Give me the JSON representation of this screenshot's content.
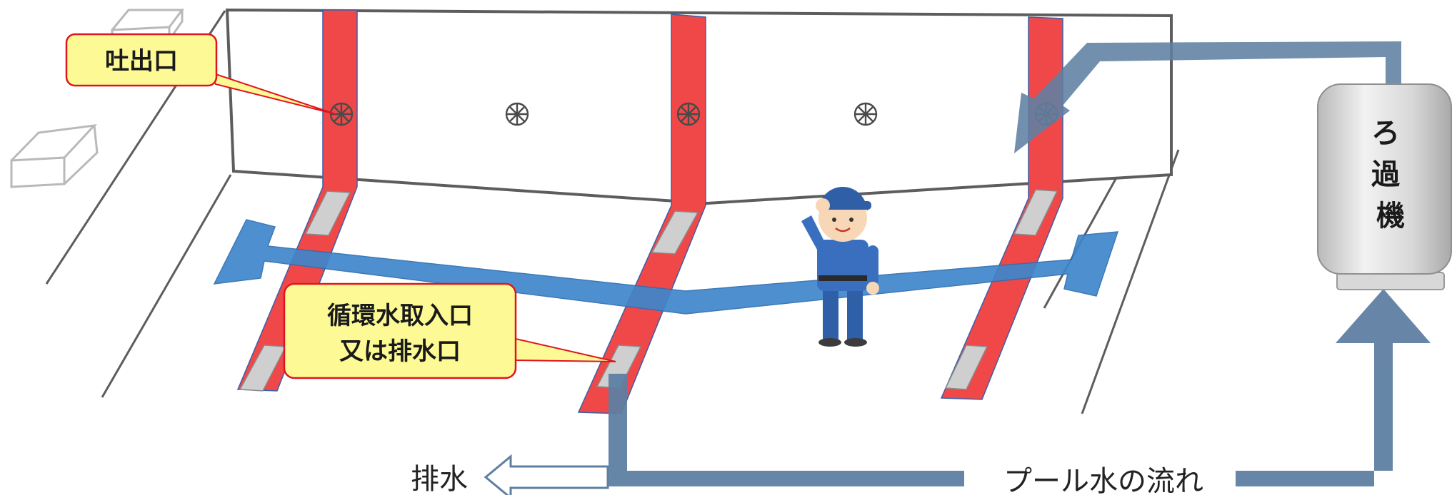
{
  "callouts": {
    "outlet": "吐出口",
    "intake_line1": "循環水取入口",
    "intake_line2": "又は排水口"
  },
  "filter": {
    "label": "ろ\n過\n機"
  },
  "flow": {
    "drain": "排水",
    "pool_water_flow": "プール水の流れ"
  },
  "colors": {
    "wall_outline": "#5f5c5e",
    "red_channel": "#f04848",
    "blue_arrow": "#3f86cc",
    "steel_blue_pipe": "#5e7fa3",
    "callout_fill": "#fdfa96",
    "callout_stroke": "#e0141e",
    "filter_body": "#d4d4d4"
  },
  "icons": {
    "outlet": "valve-icon",
    "worker": "pool-worker-illustration"
  }
}
